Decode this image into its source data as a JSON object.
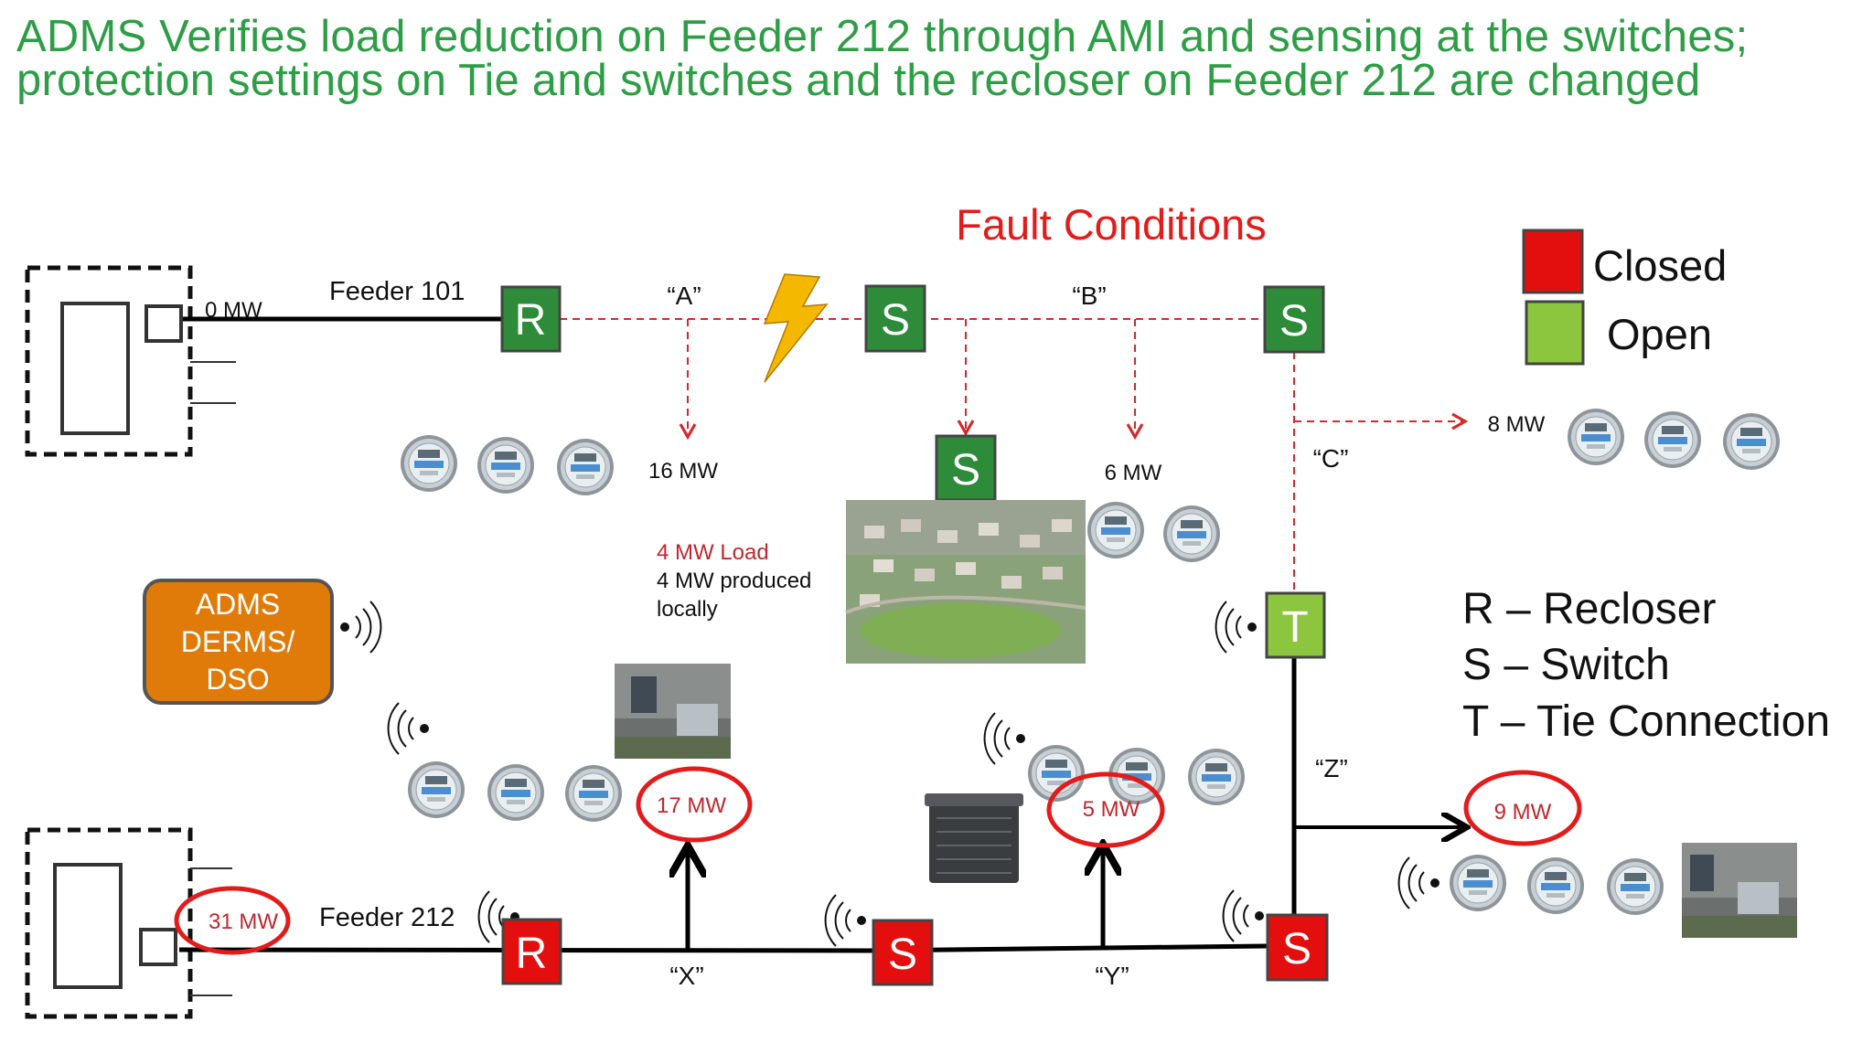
{
  "title": {
    "line1": "ADMS Verifies load reduction on Feeder 212 through AMI and sensing at the switches;",
    "line2": "protection settings on Tie and switches and the recloser on Feeder 212 are changed"
  },
  "fault_heading": "Fault Conditions",
  "colors": {
    "title": "#2e9e46",
    "fault_text": "#e31b1b",
    "closed": "#e30f0f",
    "open": "#8cc63e",
    "device_green": "#2e8b3a",
    "adms_fill": "#e07b0a",
    "line": "#000000",
    "dashed": "#d4282d"
  },
  "legend": {
    "closed_label": "Closed",
    "open_label": "Open",
    "recloser": "R – Recloser",
    "switch": "S – Switch",
    "tie": "T – Tie Connection"
  },
  "feeders": {
    "f101": "Feeder 101",
    "f212": "Feeder 212"
  },
  "devices": {
    "r101": "R",
    "s_a": "S",
    "s_b": "S",
    "s_mid": "S",
    "tie": "T",
    "r212": "R",
    "s_x": "S",
    "s_y": "S"
  },
  "loads": {
    "sub101": "0 MW",
    "a": "16 MW",
    "b": "6 MW",
    "c": "8 MW",
    "sub212": "31 MW",
    "x": "17 MW",
    "y": "5 MW",
    "z": "9 MW"
  },
  "segments": {
    "a": "“A”",
    "b": "“B”",
    "c": "“C”",
    "x": "“X”",
    "y": "“Y”",
    "z": "“Z”"
  },
  "local_note": {
    "line1": "4 MW Load",
    "line2": "4 MW produced",
    "line3": "locally"
  },
  "adms": {
    "line1": "ADMS",
    "line2": "DERMS/",
    "line3": "DSO"
  },
  "icons": [
    "smart-meter-icon",
    "wireless-signal-icon",
    "lightning-fault-icon",
    "substation-icon",
    "house-neighborhood-photo",
    "ac-unit-icon",
    "home-battery-icon"
  ]
}
